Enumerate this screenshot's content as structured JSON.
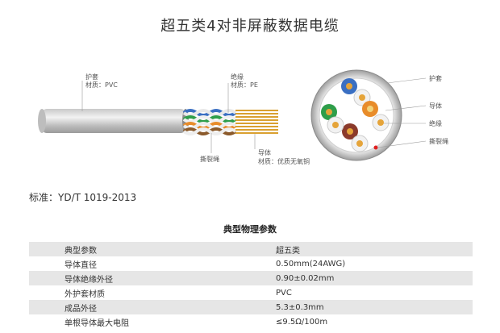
{
  "page": {
    "title": "超五类4对非屏蔽数据电缆",
    "standard": "标准：YD/T 1019-2013",
    "table_title": "典型物理参数"
  },
  "diagram": {
    "label_sheath_name": "护套",
    "label_sheath_material": "材质：PVC",
    "label_insulation_name": "绝缘",
    "label_insulation_material": "材质：PE",
    "label_ripcord": "撕裂绳",
    "label_conductor_name": "导体",
    "label_conductor_material": "材质：优质无氧铜",
    "section_sheath": "护套",
    "section_conductor": "导体",
    "section_insulation": "绝缘",
    "section_ripcord": "撕裂绳"
  },
  "table": {
    "rows": [
      {
        "param": "典型参数",
        "value": "超五类"
      },
      {
        "param": "导体直径",
        "value": "0.50mm(24AWG)"
      },
      {
        "param": "导体绝缘外径",
        "value": "0.90±0.02mm"
      },
      {
        "param": "外护套材质",
        "value": "PVC"
      },
      {
        "param": "成品外径",
        "value": "5.3±0.3mm"
      },
      {
        "param": "单根导体最大电阻",
        "value": "≤9.5Ω/100m"
      }
    ]
  }
}
